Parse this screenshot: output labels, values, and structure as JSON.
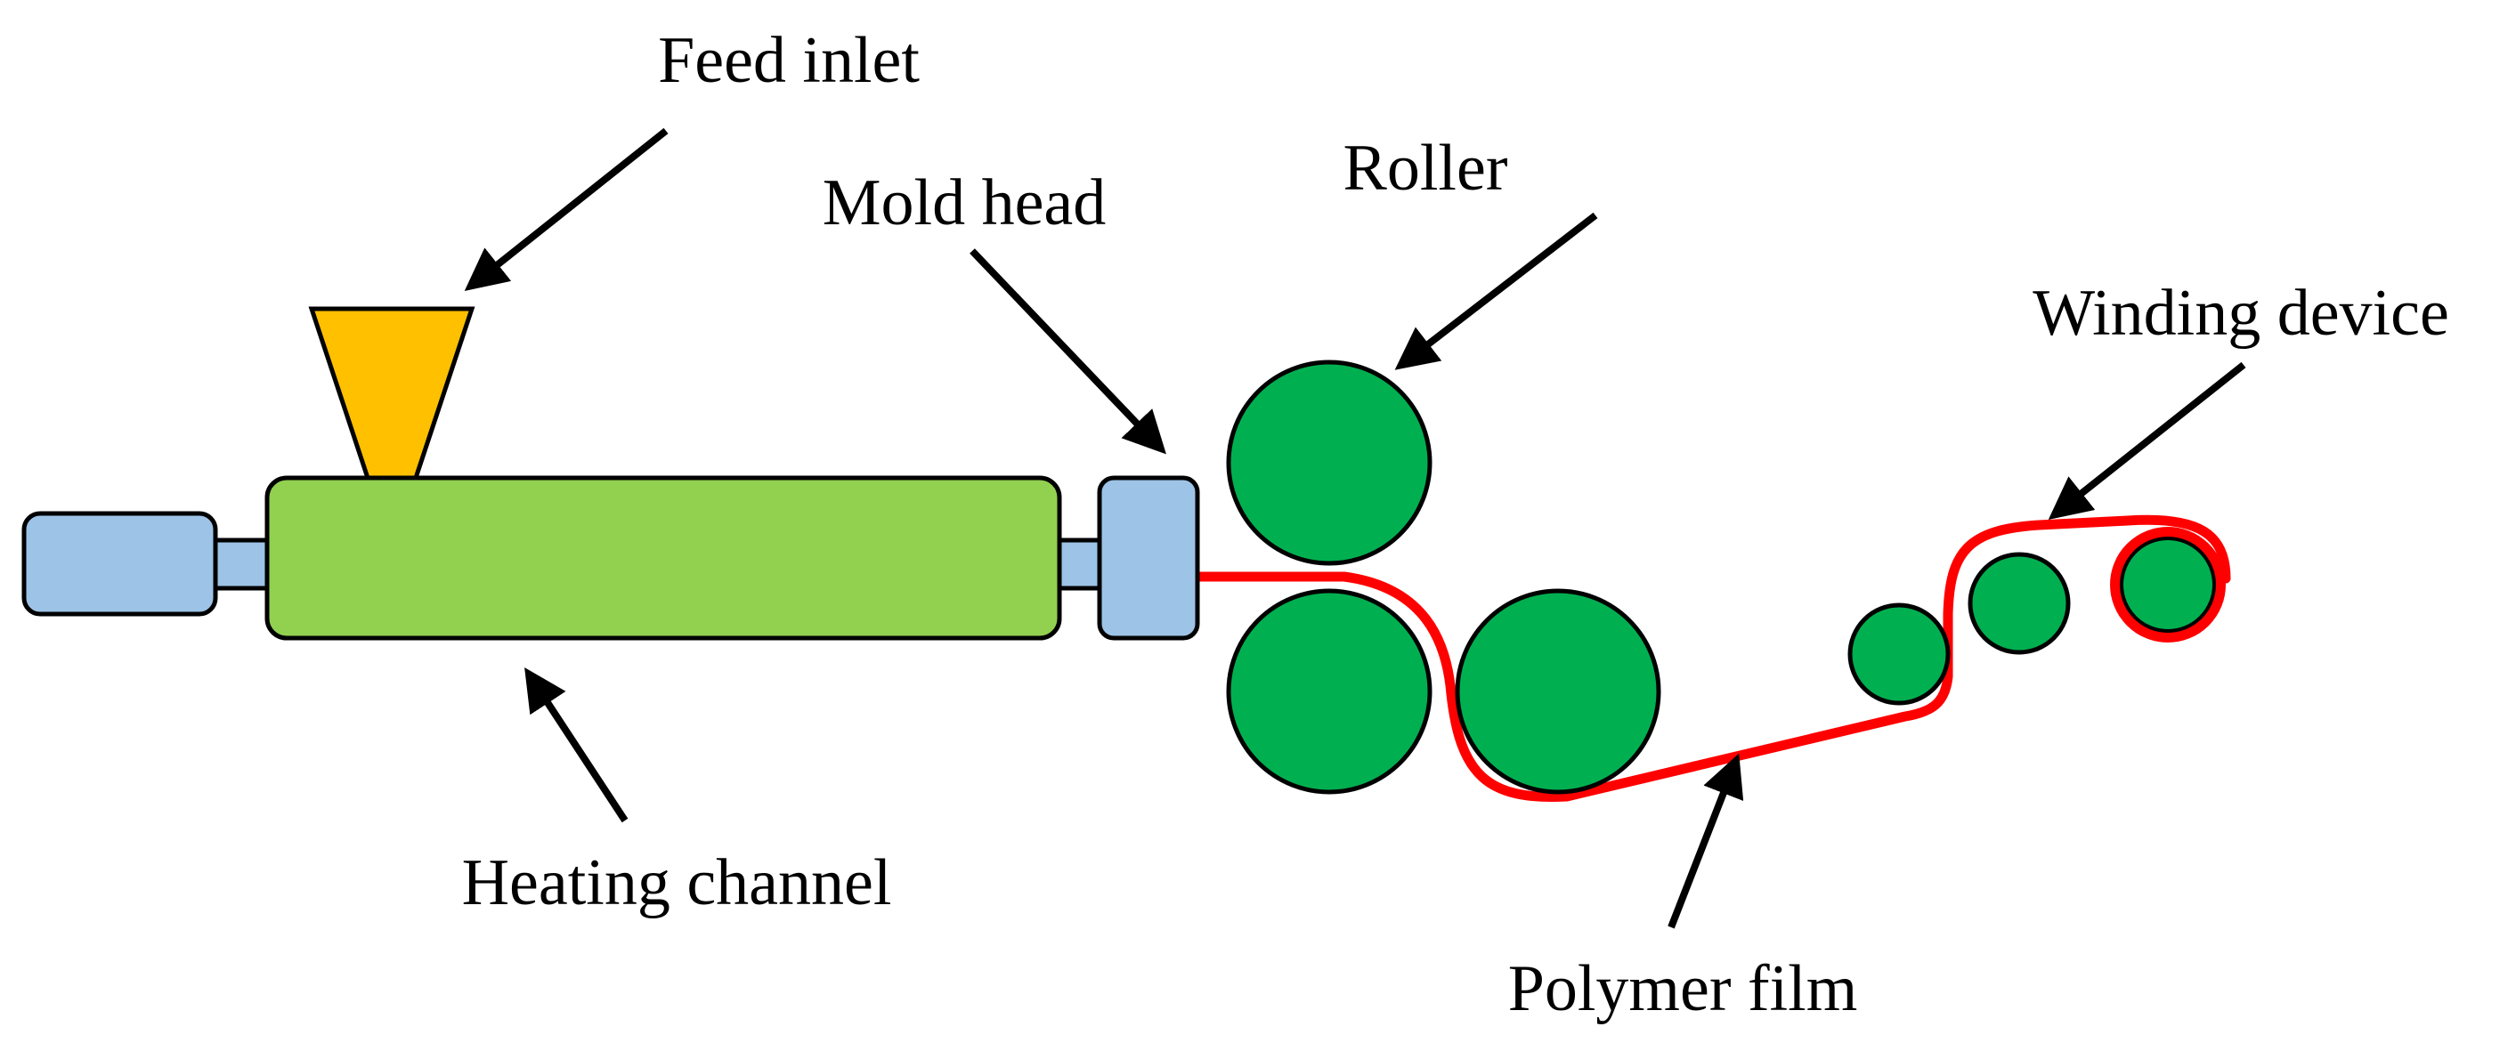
{
  "labels": {
    "feed_inlet": "Feed inlet",
    "mold_head": "Mold head",
    "roller": "Roller",
    "winding_device": "Winding device",
    "heating_channel": "Heating channel",
    "polymer_film": "Polymer film"
  },
  "colors": {
    "background": "#ffffff",
    "motor_blue": "#9dc3e6",
    "heating_green": "#92d050",
    "hopper_yellow": "#ffc000",
    "roller_green": "#00b050",
    "film_red": "#ff0000",
    "outline": "#000000"
  }
}
